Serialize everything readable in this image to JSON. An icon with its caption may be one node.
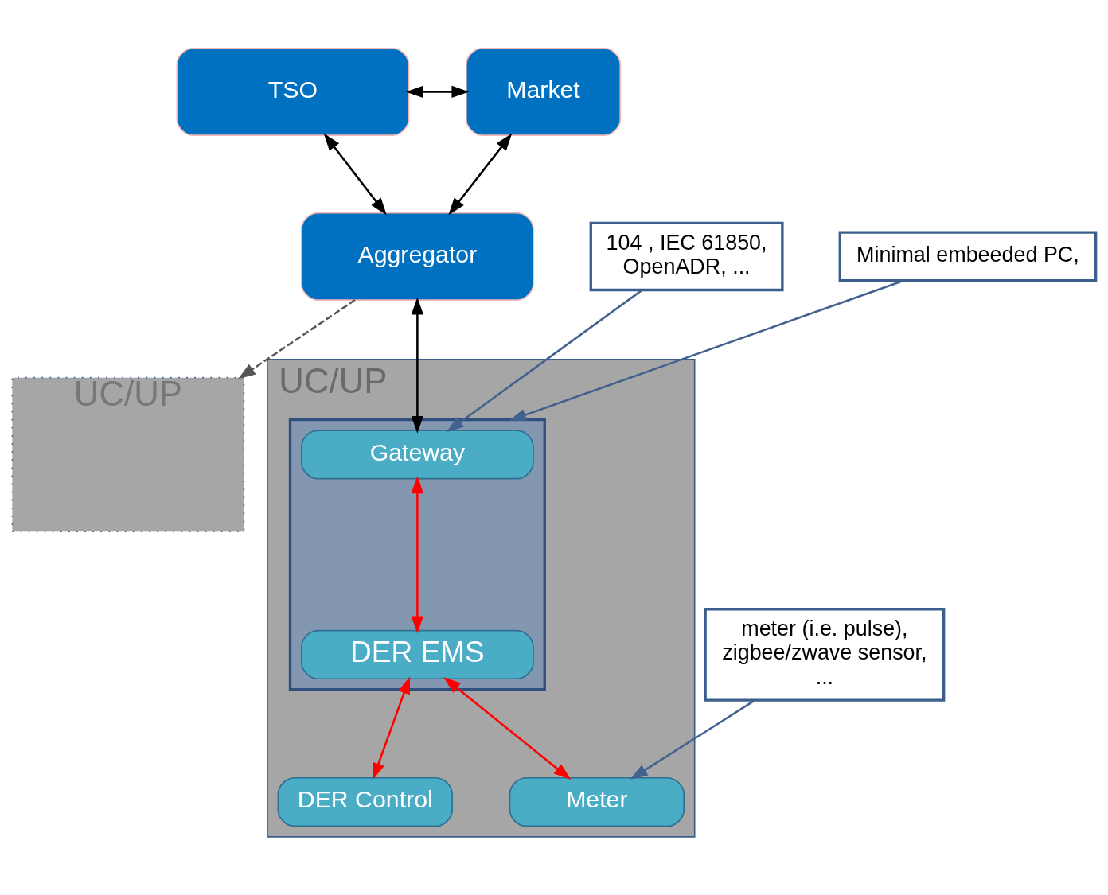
{
  "diagram": {
    "nodes": [
      {
        "text": [
          "TSO"
        ]
      },
      {
        "text": [
          "Market"
        ]
      },
      {
        "text": [
          "Aggregator"
        ]
      },
      {
        "text": [
          "UC/UP"
        ]
      },
      {
        "text": [
          "UC/UP"
        ]
      },
      {
        "text": [],
        "shape": "box",
        "in": 4
      },
      {
        "text": [
          "Gateway"
        ],
        "in": 5
      },
      {
        "text": [
          "DER EMS"
        ],
        "in": 5
      },
      {
        "text": [
          "Meter"
        ],
        "in": 4
      },
      {
        "text": [
          "DER Control"
        ],
        "in": 4
      },
      {
        "text": [
          "104 , IEC 61850, OpenADR, ..."
        ]
      },
      {
        "text": [
          "Minimal embeeded PC,"
        ]
      },
      {
        "text": [
          "meter (i.e. pulse), zigbee/zwave sensor, ..."
        ]
      }
    ],
    "edges": [
      {
        "from": 0,
        "to": 1,
        "arrow": "both"
      },
      {
        "from": 0,
        "to": 2,
        "arrow": "both"
      },
      {
        "from": 2,
        "to": 1,
        "arrow": "both"
      },
      {
        "from": 2,
        "to": 3,
        "arrow": "to",
        "style": "dashed"
      },
      {
        "from": 2,
        "to": 6,
        "arrow": "both"
      },
      {
        "from": 6,
        "to": 7,
        "arrow": "both",
        "color": "#ff0000"
      },
      {
        "from": 7,
        "to": 8,
        "arrow": "both",
        "color": "#ff0000"
      },
      {
        "from": 7,
        "to": 9,
        "arrow": "both",
        "color": "#ff0000"
      },
      {
        "from": 10,
        "to": 6,
        "arrow": "to",
        "color": "#41618f"
      },
      {
        "from": 11,
        "to": 5,
        "arrow": "to",
        "color": "#41618f"
      },
      {
        "from": 12,
        "to": 8,
        "arrow": "to",
        "color": "#41618f"
      }
    ]
  }
}
